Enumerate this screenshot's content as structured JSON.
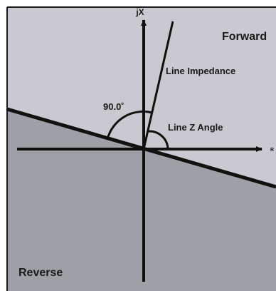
{
  "diagram": {
    "axis_y_label": "jX",
    "axis_x_label": "R",
    "region_forward": "Forward",
    "region_reverse": "Reverse",
    "line_impedance_label": "Line Impedance",
    "line_z_angle_label": "Line Z Angle",
    "angle_90_label": "90.0˚"
  },
  "colors": {
    "forward_region": "#c9c9cf",
    "reverse_region": "#9ea0a6",
    "lines": "#111111",
    "border": "#1a1a1a"
  }
}
